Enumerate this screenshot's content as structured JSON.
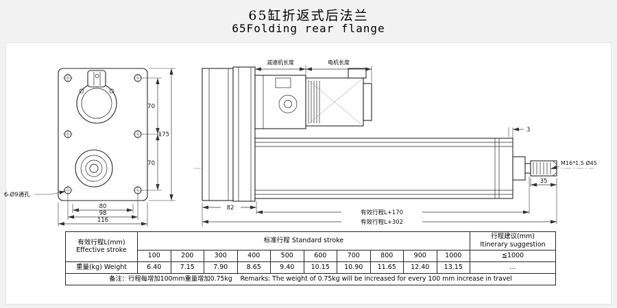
{
  "title": {
    "cn": "65缸折返式后法兰",
    "en": "65Folding rear flange"
  },
  "drawing": {
    "front": {
      "holes_label": "6-Ø9通孔",
      "dim_70_top": "70",
      "dim_70_bottom": "70",
      "dim_175": "175",
      "dim_80": "80",
      "dim_98": "98",
      "dim_116": "116"
    },
    "side": {
      "gearbox_length_label": "减速机长度",
      "motor_length_label": "电机长度",
      "dim_82": "82",
      "dim_3": "3",
      "dim_35": "35",
      "thread_label": "M16*1.5 Ø45",
      "stroke_dim_inner": "有效行程L+170",
      "stroke_dim_outer": "有效行程L+302"
    }
  },
  "table": {
    "effective_stroke_cn": "有效行程L(mm)",
    "effective_stroke_en": "Effective stroke",
    "standard_stroke": "标准行程  Standard stroke",
    "suggestion_cn": "行程建议(mm)",
    "suggestion_en": "Itinerary suggestion",
    "strokes": [
      "100",
      "200",
      "300",
      "400",
      "500",
      "600",
      "700",
      "800",
      "900",
      "1000"
    ],
    "suggestion_value": "≦1000",
    "weight_label": "重量(kg) Weight",
    "weights": [
      "6.40",
      "7.15",
      "7.90",
      "8.65",
      "9.40",
      "10.15",
      "10.90",
      "11.65",
      "12.40",
      "13.15"
    ],
    "weight_suggestion": "...",
    "remark": "备注：行程每增加100mm重量增加0.75kg    Remarks: The weight of 0.75kg will be increased for every 100 mm increase in travel"
  }
}
